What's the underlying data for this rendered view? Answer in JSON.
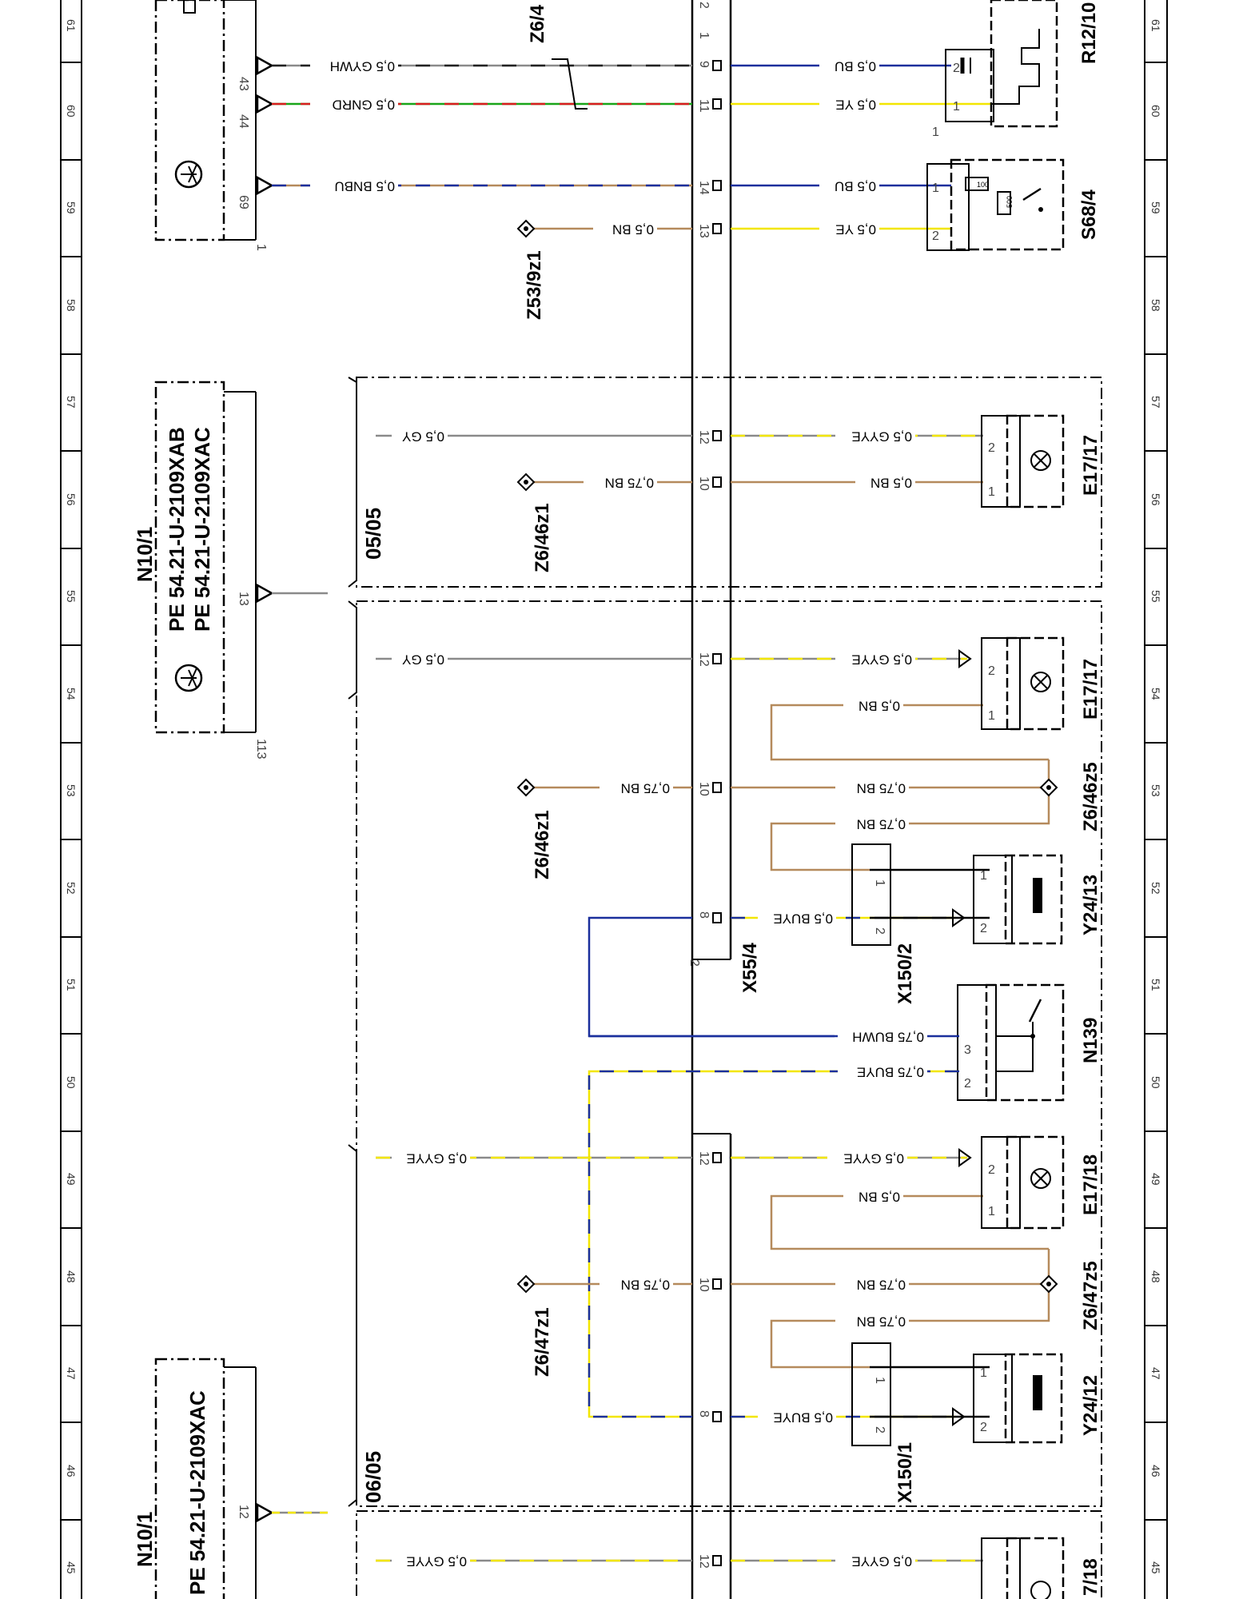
{
  "ruler": {
    "numbers": [
      "61",
      "60",
      "59",
      "58",
      "57",
      "56",
      "55",
      "54",
      "53",
      "52",
      "51",
      "50",
      "49",
      "48",
      "47",
      "46",
      "45"
    ]
  },
  "modules": {
    "n10_1_top_title": "N10/1",
    "n10_1_top_pe1": "PE 54.21-U-2109XAB",
    "n10_1_top_pe2": "PE 54.21-U-2109XAC",
    "n10_1_bottom_title": "N10/1",
    "n10_1_bottom_pe": "PE 54.21-U-2109XAC"
  },
  "connectors": {
    "x55_4": "X55/4",
    "x150_1": "X150/1",
    "x150_2": "X150/2"
  },
  "components": {
    "r12_10": "R12/10",
    "s68_4": "S68/4",
    "e17_17a": "E17/17",
    "e17_17b": "E17/17",
    "e17_18a": "E17/18",
    "e17_18b": "7/18",
    "y24_13": "Y24/13",
    "y24_12": "Y24/12",
    "n139": "N139",
    "z6_4x": "Z6/4",
    "z53_9z1": "Z53/9z1",
    "z6_46z1a": "Z6/46z1",
    "z6_46z1b": "Z6/46z1",
    "z6_46z5": "Z6/46z5",
    "z6_47z1": "Z6/47z1",
    "z6_47z5": "Z6/47z5"
  },
  "jumps": {
    "j1": "05/05",
    "j2": "06/05"
  },
  "wires": {
    "w_gywh": "0,5 GYWH",
    "w_gnrd": "0,5 GNRD",
    "w_bnbu": "0,5 BNBU",
    "w_bn_z53": "0,5 BN",
    "w_bu_r12": "0,5 BU",
    "w_ye_r12": "0,5 YE",
    "w_bu_s68": "0,5 BU",
    "w_ye_s68": "0,5 YE",
    "w_gy_57": "0,5 GY",
    "w_gyye_57": "0,5 GYYE",
    "w_075bn_56": "0,75 BN",
    "w_bn_56": "0,5 BN",
    "w_gy_54": "0,5 GY",
    "w_gyye_54": "0,5 GYYE",
    "w_bn_54": "0,5 BN",
    "w_075bn_53a": "0,75 BN",
    "w_075bn_53b": "0,75 BN",
    "w_075bn_525": "0,75 BN",
    "w_buye_52": "0,5 BUYE",
    "w_buwh_50": "0,75 BUWH",
    "w_buye_50": "0,75 BUYE",
    "w_gyye_49a": "0,5 GYYE",
    "w_gyye_49b": "0,5 GYYE",
    "w_bn_49": "0,5 BN",
    "w_075bn_48a": "0,75 BN",
    "w_075bn_48b": "0,75 BN",
    "w_075bn_475": "0,75 BN",
    "w_buye_46": "0,5 BUYE",
    "w_gyye_45a": "0,5 GYYE",
    "w_gyye_45b": "0,5 GYYE"
  },
  "pins": {
    "p43": "43",
    "p44": "44",
    "p69": "69",
    "p1_top": "1",
    "p9": "9",
    "p11": "11",
    "p14": "14",
    "p13": "13",
    "p1_conn": "1",
    "p2_conn": "2",
    "p12a": "12",
    "p10a": "10",
    "p12b": "12",
    "p10b": "10",
    "p8a": "8",
    "p2_x55": "2",
    "p12c": "12",
    "p10c": "10",
    "p8b": "8",
    "p12d": "12",
    "p13_n10": "13",
    "p113": "113",
    "p12_n10": "12",
    "pr1": "1",
    "pr2": "2",
    "ps1": "1",
    "ps2": "2",
    "pe1": "1",
    "pe2": "2",
    "pe3": "1",
    "pe4": "2",
    "py1": "1",
    "py2": "2",
    "pxc1": "1",
    "pxc2": "2",
    "pn2": "2",
    "pn3": "3",
    "pe5": "1",
    "pe6": "2",
    "py3": "1",
    "py4": "2",
    "pxd1": "1",
    "pxd2": "2",
    "r_top_1": "1",
    "s500": "500",
    "s100": "100"
  },
  "colors": {
    "line": "#000000",
    "brown": "#b58a5c",
    "grey": "#8a8a8a",
    "yellow": "#f2e600",
    "blue": "#1a2f9c",
    "green": "#19a419",
    "red": "#d81e1e"
  }
}
